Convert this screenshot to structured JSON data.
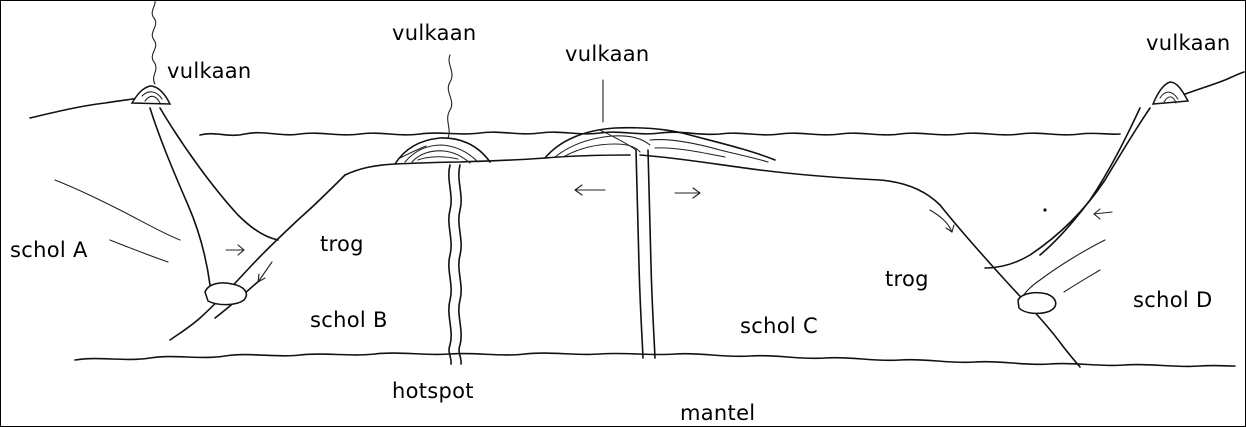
{
  "labels": {
    "volcano_left": "vulkaan",
    "volcano_hotspot": "vulkaan",
    "volcano_ridge": "vulkaan",
    "volcano_right": "vulkaan",
    "plate_a": "schol A",
    "plate_b": "schol B",
    "plate_c": "schol C",
    "plate_d": "schol D",
    "trench_left": "trog",
    "trench_right": "trog",
    "hotspot": "hotspot",
    "mantle": "mantel"
  }
}
